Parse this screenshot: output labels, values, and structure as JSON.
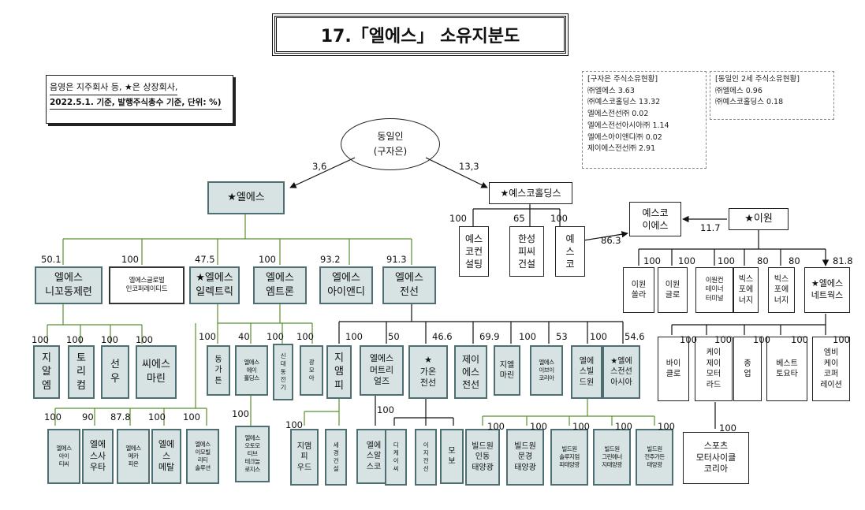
{
  "title": "17.「엘에스」 소유지분도",
  "note": {
    "line1": "음영은 지주회사 등, ★은 상장회사,",
    "line2": "2022.5.1. 기준, 발행주식총수 기준, 단위: %)"
  },
  "owner": {
    "name": "동일인",
    "sub": "(구자은)"
  },
  "holdings_box": {
    "title": "[구자은 주식소유현황]",
    "lines": [
      "㈜엘에스 3.63",
      "㈜예스코홀딩스 13.32",
      "엘에스전선㈜ 0.02",
      "엘에스전선아시아㈜ 1.14",
      "엘에스아이앤디㈜ 0.02",
      "제이에스전선㈜ 2.91"
    ]
  },
  "second_gen_box": {
    "title": "[동일인 2세 주식소유현황]",
    "lines": [
      "㈜엘에스 0.96",
      "㈜예스코홀딩스 0.18"
    ]
  },
  "companies": {
    "ls": "★엘에스",
    "yesco_holdings": "★예스코홀딩스",
    "yesco_consulting": "예스\n코컨\n설팅",
    "hansung_pc": "한성\n피씨\n건설",
    "yesco": "예\n스\n코",
    "yesco_ies": "예스코\n이에스",
    "e1": "★이원",
    "e1_solar": "이원\n쏠라",
    "e1_global": "이원\n글로",
    "e1_container": "이원컨\n테이너\n터미널",
    "bix_energy_1": "빅스\n포에\n너지",
    "bix_energy_2": "빅스\n포에\n너지",
    "ls_networks": "★엘에스\n네트웍스",
    "vital": "바이\n클로",
    "kj_motorrad": "케이\n제이\n모터\n라드",
    "jongyeop": "종\n업",
    "best_toyota": "베스트\n토요타",
    "mbk_corporation": "엠비\n케이\n코퍼\n레이션",
    "sports_motorcycle": "스포츠\n모터사이클\n코리아",
    "ls_nikko": "엘에스\n니꼬동제련",
    "ls_global": "엘에스글로벌\n인코퍼레이티드",
    "ls_electric": "★엘에스\n일렉트릭",
    "ls_mtron": "엘에스\n엠트론",
    "ls_innd": "엘에스\n아이앤디",
    "ls_cable": "엘에스\n전선",
    "jiangsu": "지\n알\n엠",
    "tori": "토\n리\n컴",
    "sunwoo": "선\n우",
    "cs_marine": "씨에스\n마린",
    "ls_itc": "엘에스\n아이\n티씨",
    "ls_sauta": "엘에\n스사\n우타",
    "ls_metal_fb": "엘에스\n메카\n피온",
    "ls_metal": "엘에\n스\n메탈",
    "ls_ev_korea": "엘에스\n이모빌\n리티\n솔루션",
    "donga": "동\n가\n튼",
    "ls_ai_holdings": "엘에스\n에이\n홀딩스",
    "sindae": "신\n대\n동\n전\n기",
    "gwangmo": "광\n모\n아",
    "ls_automotive": "엘에스\n오토모\n티브\n테크놀\n로지스",
    "jimp": "지\n앰\n피",
    "ls_metals": "엘에스\n머트리\n얼즈",
    "gaon": "★\n가온\n전선",
    "js_cable": "제이\n에스\n전선",
    "jiltech_marine": "지엘\n마린",
    "ls_eb_korea": "엘에스\n이브이\n코리아",
    "ls_sbtron": "엘에\n스빌\n드원",
    "ls_cable_asia": "★엘에\n스전선\n아시아",
    "jimp_wood": "지앰\n피\n우드",
    "segyeong": "세\n경\n건\n설",
    "ls_alsco": "엘에\n스알\n스코",
    "dk_ec": "디\n케\n이\n씨",
    "ij_cable": "이\n지\n전\n선",
    "mobo": "모\n보",
    "bd_incheon": "빌드원\n인동\n태양광",
    "bd_munkyung": "빌드원\n문경\n태양광",
    "bd_yeongam": "빌드원\n솔루지엄\n피태양광",
    "bd_green": "빌드원\n그린에너\n지태양광",
    "bd_jeonju": "빌드원\n전주가든\n태양광"
  },
  "stakes": {
    "owner_ls": "3,6",
    "owner_yh": "13,3",
    "yh_yc": "100",
    "yh_hs": "65",
    "yh_yesco": "100",
    "yesco_ies": "86.3",
    "e1_ies": "11.7",
    "e1_solar": "100",
    "e1_global": "100",
    "e1_container": "100",
    "bix1": "80",
    "bix2": "80",
    "e1_net": "81.8",
    "net_vital": "100",
    "net_kj": "100",
    "net_jy": "100",
    "net_bt": "100",
    "net_mbk": "100",
    "kj_sport": "100",
    "ls_nikko": "50.1",
    "ls_global": "100",
    "ls_electric": "47.5",
    "ls_mtron": "100",
    "ls_innd": "93.2",
    "ls_cable": "91.3",
    "nk_gr": "100",
    "nk_tr": "100",
    "nk_sw": "100",
    "nk_cs": "100",
    "el_itc": "100",
    "el_sauta": "90",
    "el_meca": "87.8",
    "el_metal": "100",
    "el_ev": "100",
    "mt_dg": "100",
    "mt_ai": "40",
    "mt_sd": "100",
    "mt_gm": "100",
    "mt_auto": "100",
    "cb_jimp": "100",
    "cb_mat": "50",
    "cb_gaon": "46.6",
    "cb_js": "69.9",
    "cb_jm": "100",
    "cb_eb": "53",
    "cb_sb": "100",
    "cb_asia": "54.6",
    "jimp_wood": "100",
    "mat_alsco": "100",
    "sb_incheon": "100",
    "sb_munkyung": "100",
    "sb_yeongam": "100",
    "sb_green": "100",
    "sb_jeonju": "100"
  }
}
